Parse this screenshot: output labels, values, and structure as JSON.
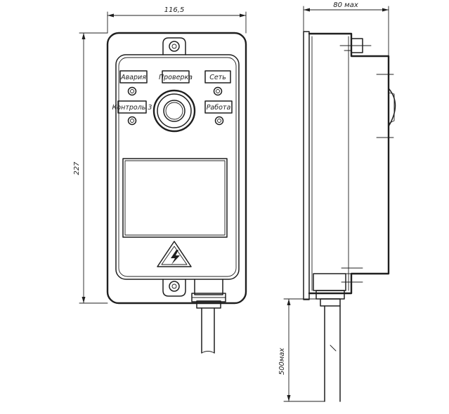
{
  "dimensions": {
    "width_top": "116,5",
    "height_left": "227",
    "depth_top": "80 мах",
    "cable_length": "500мах"
  },
  "labels": {
    "alarm": "Авария",
    "check": "Проверка",
    "network": "Сеть",
    "control": "Контроль 3",
    "operation": "Работа"
  }
}
